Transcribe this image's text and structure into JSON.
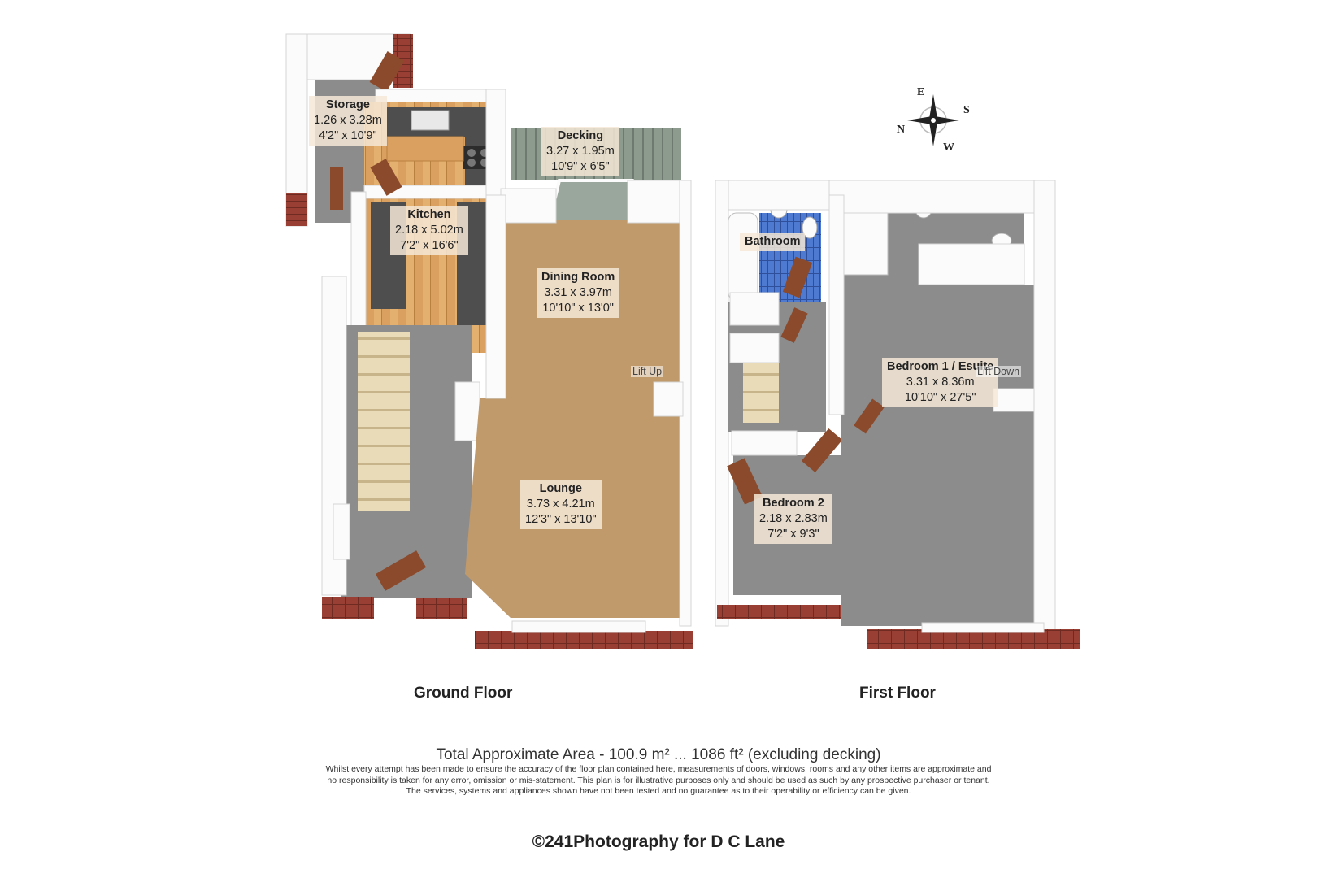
{
  "rooms": [
    {
      "id": "storage",
      "name": "Storage",
      "dim_m": "1.26 x 3.28m",
      "dim_ft": "4'2\" x 10'9\""
    },
    {
      "id": "kitchen",
      "name": "Kitchen",
      "dim_m": "2.18 x 5.02m",
      "dim_ft": "7'2\" x 16'6\""
    },
    {
      "id": "decking",
      "name": "Decking",
      "dim_m": "3.27 x 1.95m",
      "dim_ft": "10'9\" x 6'5\""
    },
    {
      "id": "dining",
      "name": "Dining Room",
      "dim_m": "3.31 x 3.97m",
      "dim_ft": "10'10\" x 13'0\""
    },
    {
      "id": "lounge",
      "name": "Lounge",
      "dim_m": "3.73 x 4.21m",
      "dim_ft": "12'3\" x 13'10\""
    },
    {
      "id": "bathroom",
      "name": "Bathroom",
      "dim_m": "",
      "dim_ft": ""
    },
    {
      "id": "bedroom1",
      "name": "Bedroom 1 / Esuite",
      "dim_m": "3.31 x 8.36m",
      "dim_ft": "10'10\" x 27'5\""
    },
    {
      "id": "bedroom2",
      "name": "Bedroom 2",
      "dim_m": "2.18 x 2.83m",
      "dim_ft": "7'2\" x 9'3\""
    }
  ],
  "labels": {
    "lift_up": "Lift Up",
    "lift_down": "Lift Down",
    "ground_floor": "Ground Floor",
    "first_floor": "First Floor"
  },
  "compass": {
    "n": "N",
    "e": "E",
    "s": "S",
    "w": "W"
  },
  "footer": {
    "area": "Total Approximate Area - 100.9 m² ... 1086 ft²  (excluding decking)",
    "disclaimer_1": "Whilst every attempt has been made to ensure the accuracy of the floor plan contained here, measurements of doors, windows, rooms and any other items are approximate and",
    "disclaimer_2": "no responsibility is taken for any error, omission or mis-statement.  This plan is for illustrative purposes only and should be used as such by any prospective purchaser or tenant.",
    "disclaimer_3": "The services, systems and appliances shown have not been tested and no guarantee as to their operability or efficiency can be given.",
    "credit": "©241Photography for D C Lane"
  },
  "colors": {
    "wall": "#fbfbfb",
    "wall_shade": "#d4d4d4",
    "brick": "#9a3f33",
    "carpet": "#c19a6b",
    "floor_grey": "#8c8c8c",
    "wood": "#d9a05f",
    "worktop": "#4e4e4e",
    "tile": "#4f7ad1",
    "decking": "#8d9b8e",
    "stairs": "#e8d8b6",
    "door": "#8b4a2b"
  }
}
